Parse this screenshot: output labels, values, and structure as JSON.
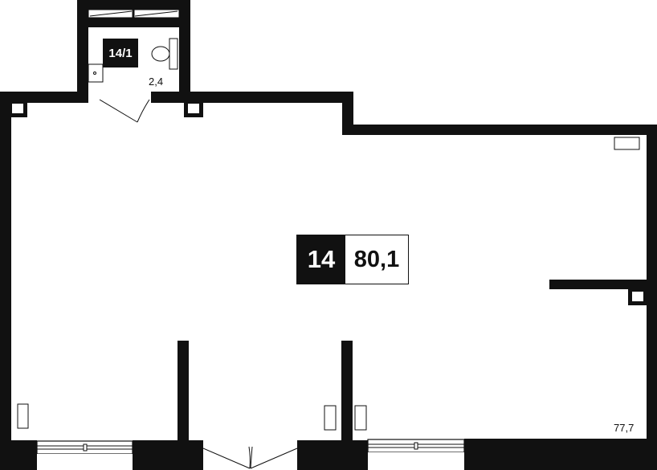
{
  "main_room": {
    "number": "14",
    "area": "80,1",
    "area_corner": "77,7"
  },
  "small_room": {
    "number": "14/1",
    "area": "2,4"
  },
  "colors": {
    "wall": "#111111",
    "background": "#ffffff",
    "label_fill": "#111111",
    "label_text": "#ffffff"
  }
}
